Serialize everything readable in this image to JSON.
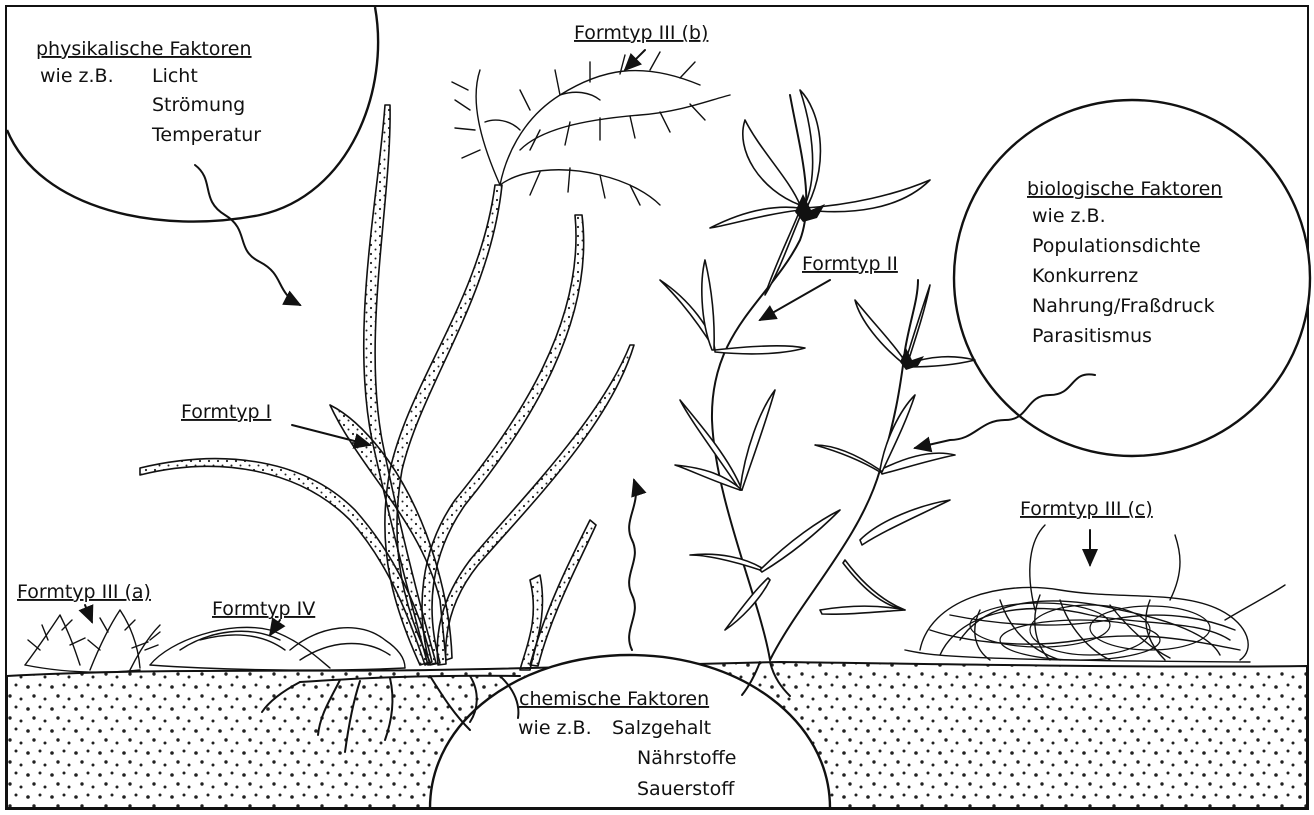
{
  "physical": {
    "title": "physikalische Faktoren",
    "intro": "wie z.B.",
    "items": [
      "Licht",
      "Strömung",
      "Temperatur"
    ]
  },
  "biological": {
    "title": "biologische Faktoren",
    "intro": "wie z.B.",
    "items": [
      "Populationsdichte",
      "Konkurrenz",
      "Nahrung/Fraßdruck",
      "Parasitismus"
    ]
  },
  "chemical": {
    "title": "chemische Faktoren",
    "intro": "wie z.B.",
    "items": [
      "Salzgehalt",
      "Nährstoffe",
      "Sauerstoff"
    ]
  },
  "formtypes": {
    "I": "Formtyp I",
    "II": "Formtyp II",
    "IIIa": "Formtyp III (a)",
    "IIIb": "Formtyp III (b)",
    "IIIc": "Formtyp III (c)",
    "IV": "Formtyp IV"
  }
}
